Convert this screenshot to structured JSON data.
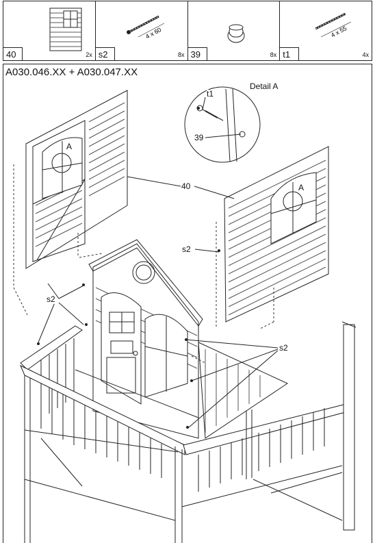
{
  "parts": [
    {
      "id": "40",
      "qty": "2x",
      "icon": "panel-with-window-icon"
    },
    {
      "id": "s2",
      "qty": "8x",
      "icon": "screw-icon",
      "dim": "4 x 60"
    },
    {
      "id": "39",
      "qty": "8x",
      "icon": "cap-icon"
    },
    {
      "id": "t1",
      "qty": "4x",
      "icon": "screw-icon",
      "dim": "4 x 55"
    }
  ],
  "diagram": {
    "code": "A030.046.XX + A030.047.XX",
    "detail_title": "Detail A",
    "labels": {
      "t1": "t1",
      "p39": "39",
      "p40": "40",
      "s2_left": "s2",
      "s2_mid": "s2",
      "s2_right": "s2",
      "a_left": "A",
      "a_right": "A"
    }
  }
}
